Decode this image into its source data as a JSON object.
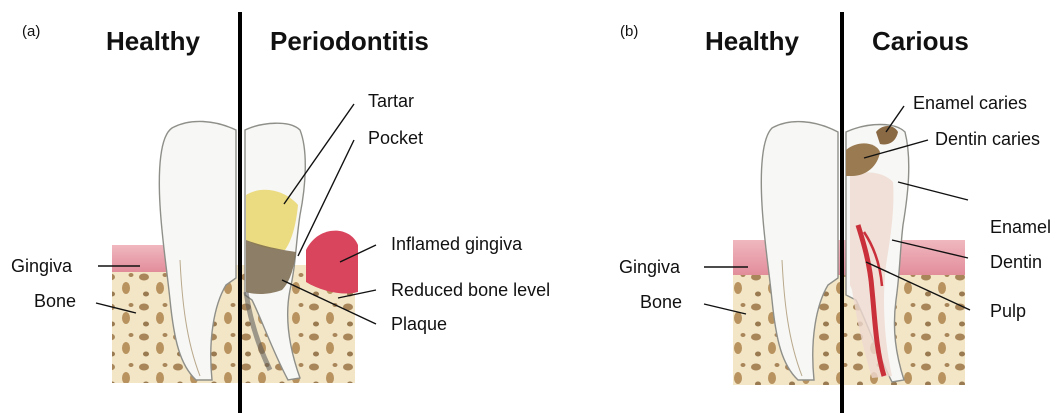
{
  "panel_a": {
    "tag": "(a)",
    "heading_left": "Healthy",
    "heading_right": "Periodontitis",
    "labels": {
      "gingiva": "Gingiva",
      "bone": "Bone",
      "tartar": "Tartar",
      "pocket": "Pocket",
      "inflamed_gingiva": "Inflamed gingiva",
      "reduced_bone_level": "Reduced bone level",
      "plaque": "Plaque"
    }
  },
  "panel_b": {
    "tag": "(b)",
    "heading_left": "Healthy",
    "heading_right": "Carious",
    "labels": {
      "gingiva": "Gingiva",
      "bone": "Bone",
      "enamel_caries": "Enamel caries",
      "dentin_caries": "Dentin caries",
      "enamel": "Enamel",
      "dentin": "Dentin",
      "pulp": "Pulp"
    }
  },
  "colors": {
    "gingiva": "#e8a3ad",
    "inflamed_gingiva": "#d9455d",
    "bone_bg": "#f3e6c7",
    "bone_spot": "#a8865a",
    "tooth": "#f7f7f5",
    "tartar": "#e9d774",
    "plaque": "#7a6a4e",
    "caries": "#8a6a45",
    "pulp": "#c9303a"
  }
}
